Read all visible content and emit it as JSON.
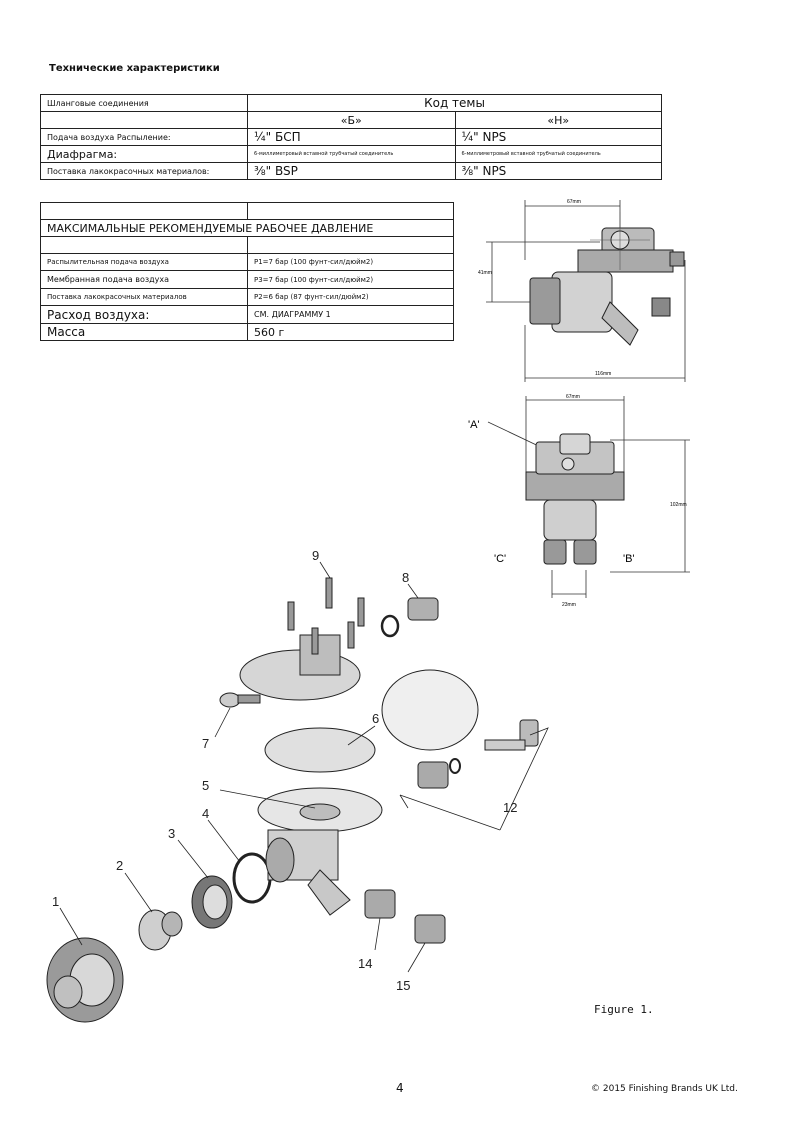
{
  "title": "Технические характеристики",
  "spec_table": {
    "rows": [
      {
        "label": "Шланговые соединения",
        "b": "Код темы",
        "n": ""
      },
      {
        "label": "",
        "b": "«Б»",
        "n": "«Н»"
      },
      {
        "label": "Подача воздуха Распыление:",
        "b": "¼\" БСП",
        "n": "¼\" NPS"
      },
      {
        "label": "Диафрагма:",
        "b": "6-миллиметровый вставной трубчатый соединитель",
        "n": "6-миллиметровый вставной трубчатый соединитель"
      },
      {
        "label": "Поставка лакокрасочных материалов:",
        "b": "⅜\" BSP",
        "n": "⅜\" NPS"
      }
    ]
  },
  "pressure_table": {
    "heading": "МАКСИМАЛЬНЫЕ РЕКОМЕНДУЕМЫЕ РАБОЧЕЕ ДАВЛЕНИЕ",
    "rows": [
      {
        "label": "Распылительная подача воздуха",
        "value": "P1=7 бар (100 фунт-сил/дюйм2)"
      },
      {
        "label": "Мембранная подача воздуха",
        "value": "P3=7 бар (100 фунт-сил/дюйм2)"
      },
      {
        "label": "Поставка лакокрасочных материалов",
        "value": "P2=6 бар (87 фунт-сил/дюйм2)"
      },
      {
        "label": "Расход воздуха:",
        "value": "СМ. ДИАГРАММУ 1"
      },
      {
        "label": "Масса",
        "value": "560 г"
      }
    ]
  },
  "drawing_top": {
    "dim_width": "67mm",
    "dim_height": "41mm",
    "dim_length": "116mm"
  },
  "drawing_bottom": {
    "dim_width": "67mm",
    "dim_height": "102mm",
    "dim_port": "23mm",
    "label_a": "'A'",
    "label_b": "'B'",
    "label_c": "'C'"
  },
  "exploded": {
    "labels": [
      "1",
      "2",
      "3",
      "4",
      "5",
      "6",
      "7",
      "8",
      "9",
      "12",
      "14",
      "15"
    ]
  },
  "figure_label": "Figure 1.",
  "page_number": "4",
  "copyright": "© 2015 Finishing Brands UK Ltd."
}
